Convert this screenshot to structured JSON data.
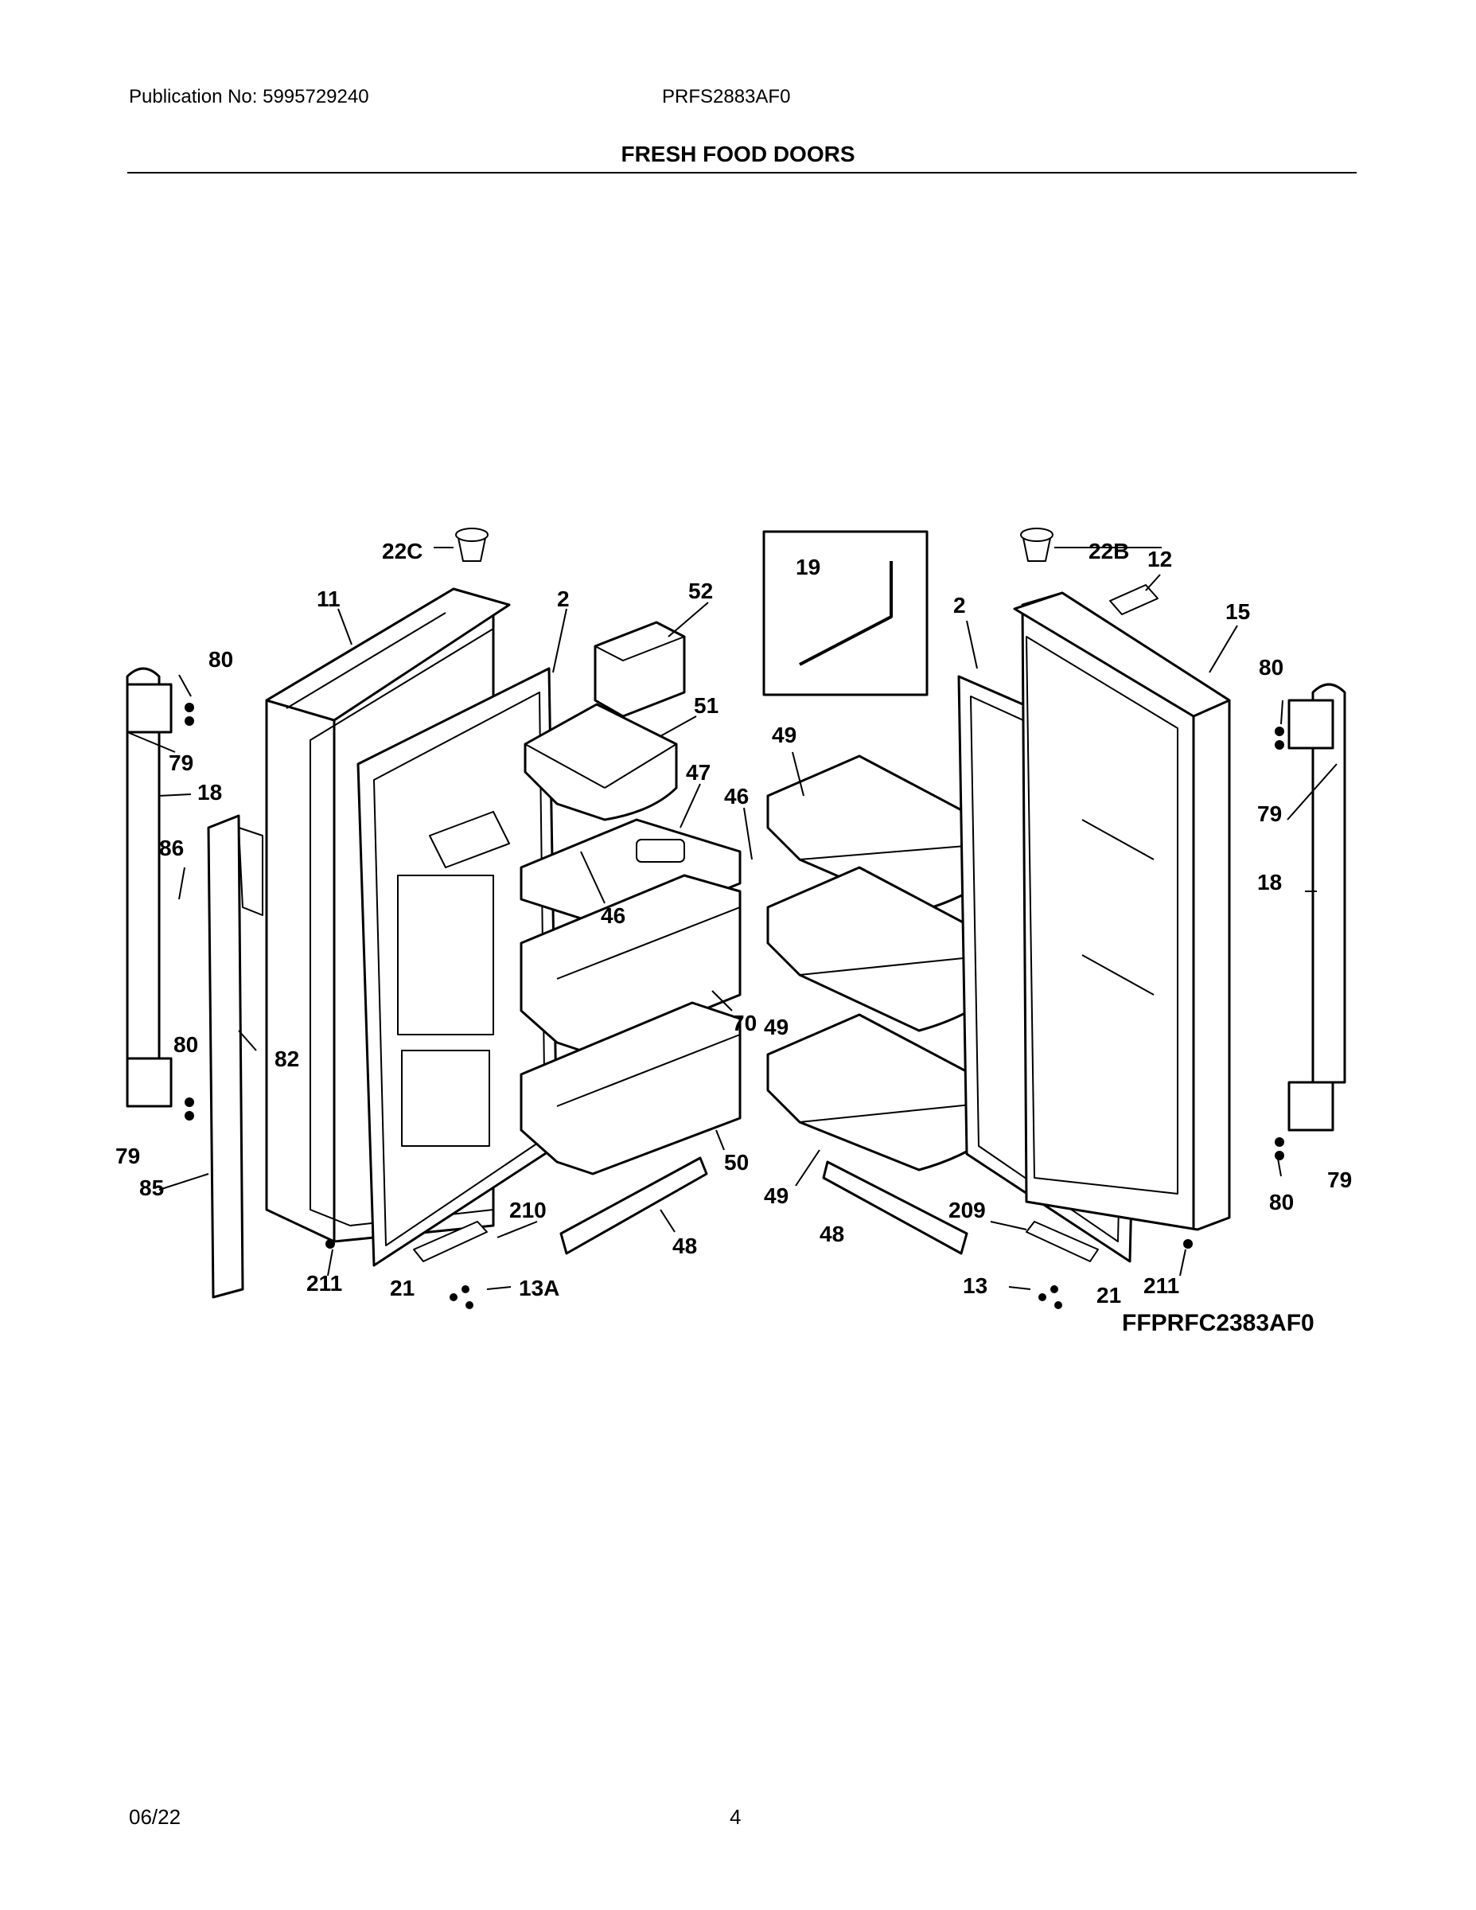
{
  "header": {
    "publication": "Publication No: 5995729240",
    "model": "PRFS2883AF0",
    "title": "FRESH FOOD DOORS"
  },
  "diagram": {
    "code": "FFPRFC2383AF0",
    "callouts": [
      "22C",
      "11",
      "2",
      "52",
      "51",
      "47",
      "46",
      "46",
      "70",
      "50",
      "48",
      "210",
      "21",
      "13A",
      "211",
      "85",
      "79",
      "80",
      "82",
      "86",
      "18",
      "79",
      "80",
      "19",
      "22B",
      "12",
      "15",
      "2",
      "49",
      "49",
      "49",
      "48",
      "209",
      "13",
      "21",
      "211",
      "80",
      "79",
      "18",
      "79",
      "80"
    ]
  },
  "footer": {
    "date": "06/22",
    "page": "4"
  }
}
